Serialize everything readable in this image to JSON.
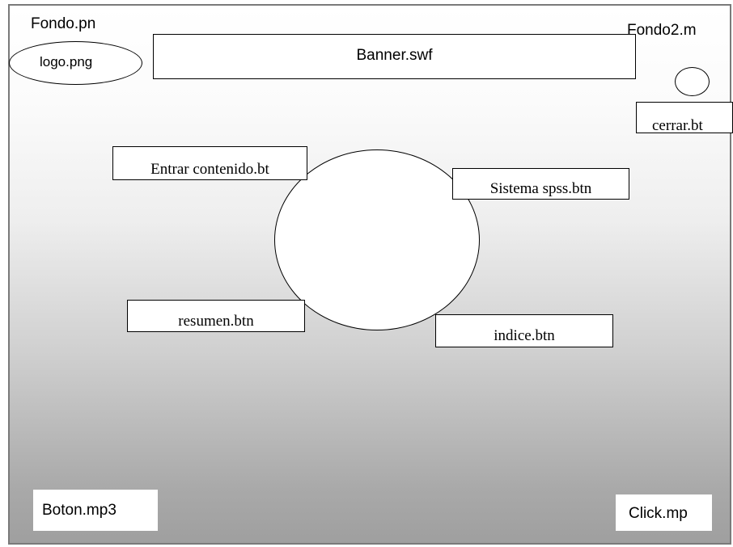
{
  "background": {
    "label_left": "Fondo.pn",
    "label_right": "Fondo2.m"
  },
  "header": {
    "logo": "logo.png",
    "banner": "Banner.swf"
  },
  "controls": {
    "close": "cerrar.bt"
  },
  "menu": {
    "enter_content": "Entrar  contenido.bt",
    "spss_system": "Sistema  spss.btn",
    "summary": "resumen.btn",
    "index": "indice.btn"
  },
  "sounds": {
    "button_sound": "Boton.mp3",
    "click_sound": "Click.mp"
  },
  "colors": {
    "frame_border": "#7a7a7a",
    "shape_fill": "#ffffff",
    "shape_stroke": "#000000",
    "gradient_top": "#ffffff",
    "gradient_bottom": "#9f9f9f"
  }
}
